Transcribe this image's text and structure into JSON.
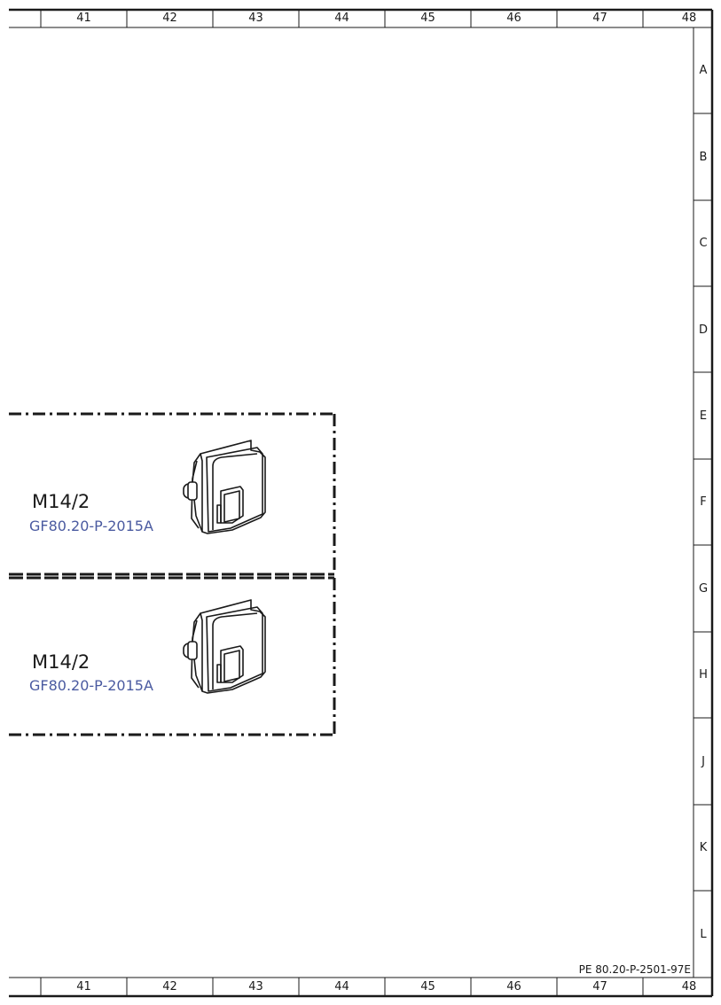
{
  "colors": {
    "line": "#1a1a1a",
    "link": "#4a5aa0"
  },
  "top_ruler": {
    "columns": [
      "41",
      "42",
      "43",
      "44",
      "45",
      "46",
      "47",
      "48"
    ]
  },
  "bottom_ruler": {
    "columns": [
      "41",
      "42",
      "43",
      "44",
      "45",
      "46",
      "47",
      "48"
    ]
  },
  "right_ruler": {
    "rows": [
      "A",
      "B",
      "C",
      "D",
      "E",
      "F",
      "G",
      "H",
      "J",
      "K",
      "L"
    ]
  },
  "components": [
    {
      "code": "M14/2",
      "reference": "GF80.20-P-2015A",
      "icon": "actuator-motor-icon"
    },
    {
      "code": "M14/2",
      "reference": "GF80.20-P-2015A",
      "icon": "actuator-motor-icon"
    }
  ],
  "drawing_number": "PE 80.20-P-2501-97E"
}
